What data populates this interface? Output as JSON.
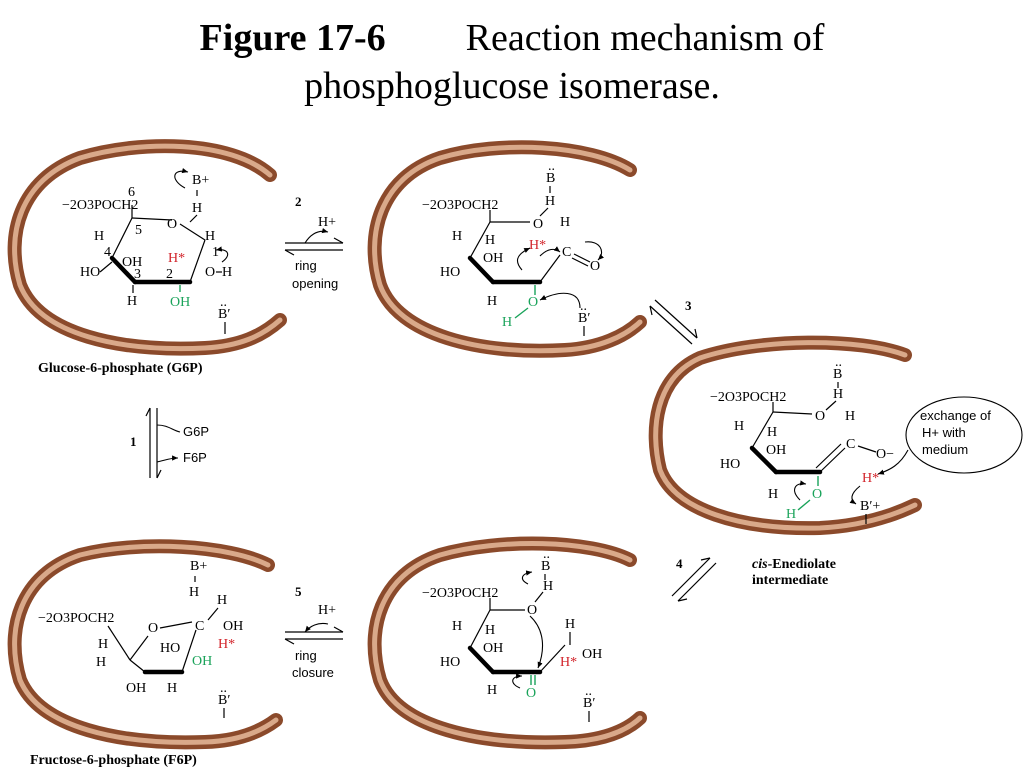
{
  "title": {
    "figure_label": "Figure 17-6",
    "text_line1": "Reaction mechanism of",
    "text_line2": "phosphoglucose isomerase."
  },
  "colors": {
    "membrane": "#8b4a2b",
    "highlight_red": "#d2232a",
    "highlight_green": "#1aa35a"
  },
  "atoms": {
    "phosphate": "−2O3POCH2",
    "bplus": "B+",
    "bprime": "B′",
    "bprimeplus": "B′+",
    "b": "B",
    "h": "H",
    "hstar": "H*",
    "o": "O",
    "oh": "OH",
    "ho": "HO",
    "c": "C",
    "ominus": "O−",
    "hplus": "H+",
    "ring_nums": [
      "6",
      "5",
      "4",
      "3",
      "2",
      "1"
    ]
  },
  "captions": {
    "g6p": "Glucose-6-phosphate (G6P)",
    "f6p": "Fructose-6-phosphate (F6P)",
    "enediolate_italic": "cis",
    "enediolate_rest": "-Enediolate",
    "enediolate_line2": "intermediate"
  },
  "steps": {
    "s1": "1",
    "s2": "2",
    "s3": "3",
    "s4": "4",
    "s5": "5",
    "ring_opening_1": "ring",
    "ring_opening_2": "opening",
    "ring_closure_1": "ring",
    "ring_closure_2": "closure",
    "g6p_small": "G6P",
    "f6p_small": "F6P"
  },
  "callout": {
    "line1": "exchange of",
    "line2": "H+ with",
    "line3": "medium"
  }
}
